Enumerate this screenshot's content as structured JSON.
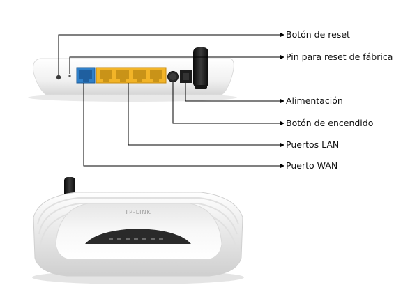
{
  "labels": {
    "reset_button": "Botón de reset",
    "factory_reset_pin": "Pin para reset de fábrica",
    "power": "Alimentación",
    "power_button": "Botón de encendido",
    "lan_ports": "Puertos LAN",
    "wan_port": "Puerto WAN"
  },
  "front_logo": "TP-LINK",
  "colors": {
    "wan_port": "#2f7fc8",
    "lan_ports": "#f2b428",
    "router_body": "#f2f2f2",
    "antenna": "#1e1e1e",
    "leader_lines": "#000000"
  }
}
